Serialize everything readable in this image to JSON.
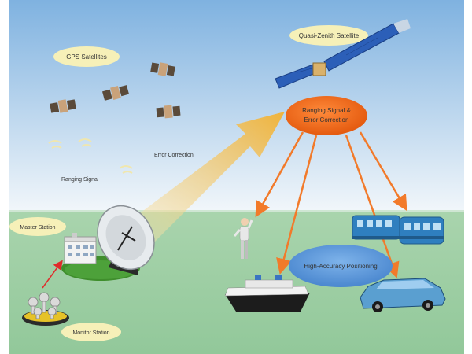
{
  "labels": {
    "gps_satellites": "GPS Satellites",
    "qzss_satellite": "Quasi-Zenith Satellite",
    "ranging_signal": "Ranging Signal",
    "error_correction": "Error Correction",
    "ranging_bubble_line1": "Ranging Signal &",
    "ranging_bubble_line2": "Error Correction",
    "master_station": "Master Station",
    "monitor_station": "Monitor Station",
    "high_accuracy": "High-Accuracy Positioning"
  },
  "colors": {
    "sky_top": "#7fb2e0",
    "sky_bottom": "#f2f7fb",
    "ground": "#9ccda2",
    "bubble_orange": "#f26a17",
    "label_bubble": "#f6f0b8",
    "blue_bubble": "#5b97d8",
    "arrow_orange": "#f27a2a",
    "beam_yellow": "#f2d080",
    "red_arrow": "#e02b2b"
  },
  "icons": {
    "gps_satellite": "satellite-icon",
    "qzss": "qzss-satellite-icon",
    "dish": "dish-antenna-icon",
    "building": "station-building-icon",
    "monitor": "monitor-antennas-icon",
    "person": "person-icon",
    "ship": "ship-icon",
    "train": "train-icon",
    "car": "car-icon"
  }
}
